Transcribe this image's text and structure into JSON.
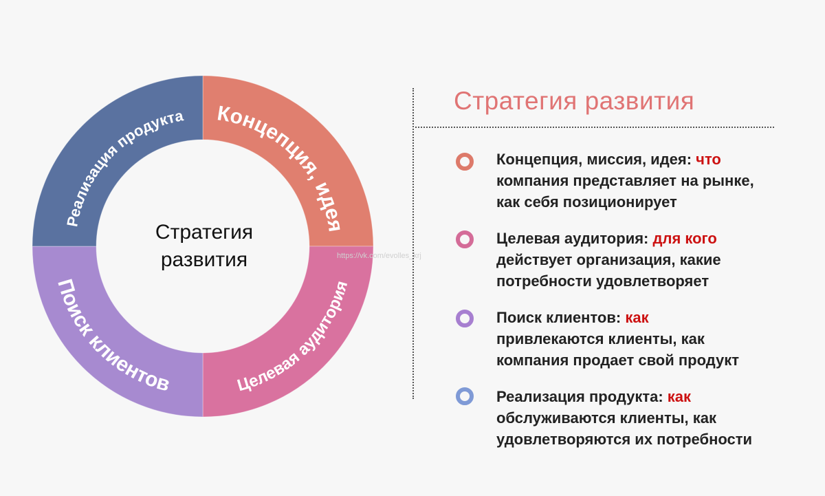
{
  "diagram": {
    "center_lines": [
      "Стратегия",
      "развития"
    ],
    "segments": [
      {
        "label": "Концепция, идея",
        "color": "#e07f6f"
      },
      {
        "label": "Целевая аудитория",
        "color": "#d9729f"
      },
      {
        "label": "Поиск клиентов",
        "color": "#a78ad0"
      },
      {
        "label": "Реализация продукта",
        "color": "#5a72a0"
      }
    ]
  },
  "watermark": "https://vk.com/evolles_krj",
  "legend": {
    "title": "Стратегия развития",
    "items": [
      {
        "bullet_color": "#dd7a6a",
        "lead": "Концепция, миссия, идея: ",
        "keyword": "что",
        "line2": "компания представляет на рынке,",
        "line3": "как себя позиционирует"
      },
      {
        "bullet_color": "#d46c98",
        "lead": "Целевая аудитория: ",
        "keyword": "для кого",
        "line2": "действует организация, какие",
        "line3": "потребности удовлетворяет"
      },
      {
        "bullet_color": "#a77fd0",
        "lead": "Поиск клиентов: ",
        "keyword": "как",
        "line2": "привлекаются клиенты, как",
        "line3": "компания продает  свой продукт"
      },
      {
        "bullet_color": "#7f9ad6",
        "lead": "Реализация продукта: ",
        "keyword": "как",
        "line2": "обслуживаются клиенты, как",
        "line3": "удовлетворяются их потребности"
      }
    ]
  }
}
